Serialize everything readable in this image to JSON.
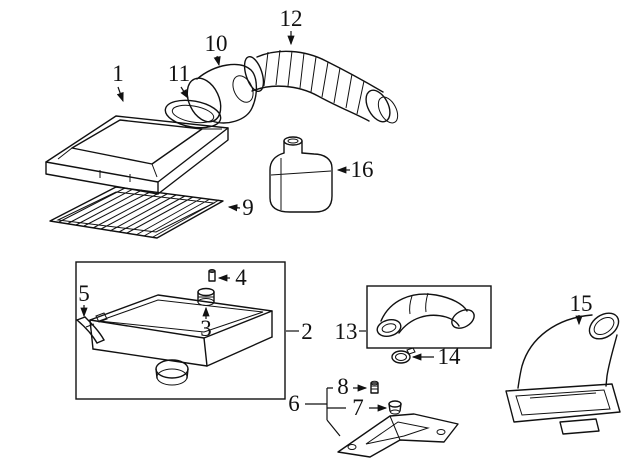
{
  "diagram": {
    "background_color": "#ffffff",
    "line_color": "#111111",
    "callouts": [
      {
        "label": "1"
      },
      {
        "label": "2"
      },
      {
        "label": "3"
      },
      {
        "label": "4"
      },
      {
        "label": "5"
      },
      {
        "label": "6"
      },
      {
        "label": "7"
      },
      {
        "label": "8"
      },
      {
        "label": "9"
      },
      {
        "label": "10"
      },
      {
        "label": "11"
      },
      {
        "label": "12"
      },
      {
        "label": "13"
      },
      {
        "label": "14"
      },
      {
        "label": "15"
      },
      {
        "label": "16"
      }
    ]
  }
}
